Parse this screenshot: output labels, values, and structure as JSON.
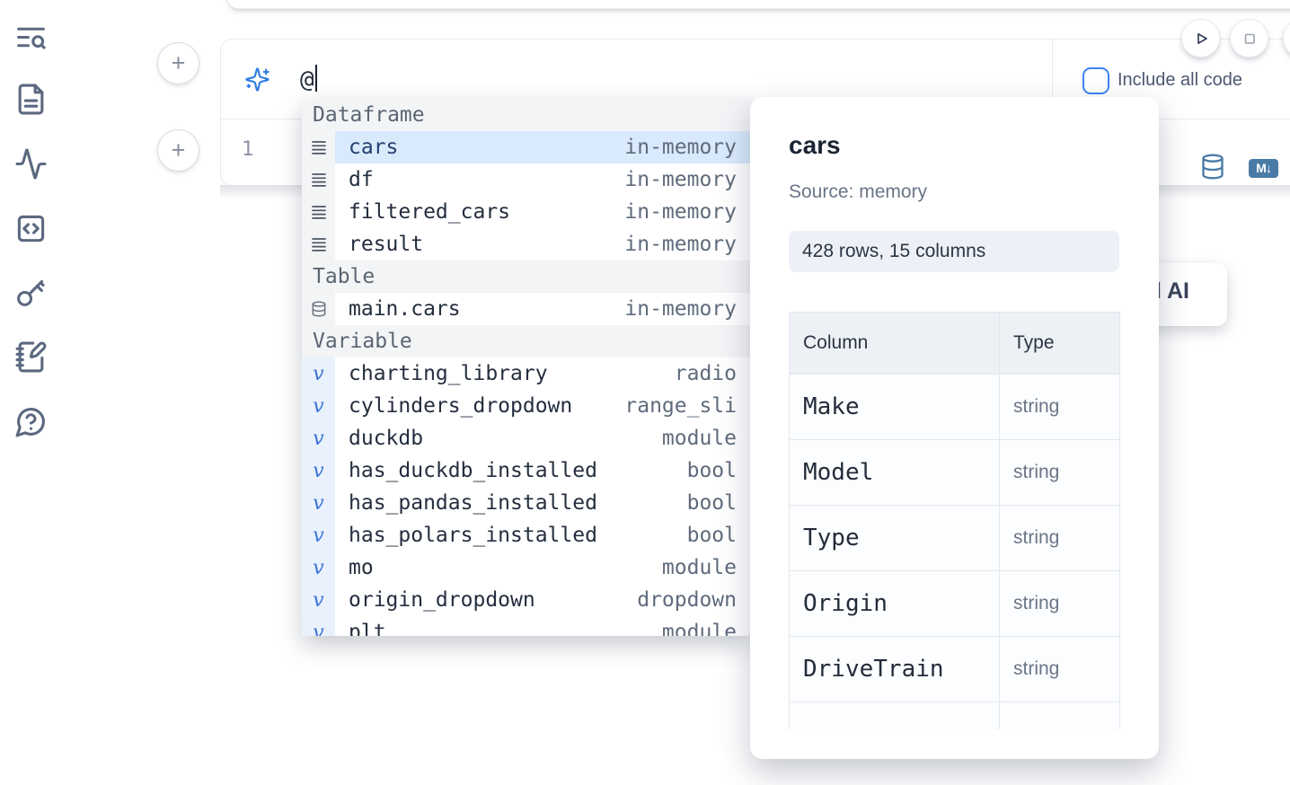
{
  "colors": {
    "accent_blue": "#3b82f6",
    "steel_blue": "#4a7ba7",
    "selected_item_bg": "#d9eafc",
    "selected_item_text": "#23406e"
  },
  "sidebar": {
    "icons": [
      "text-search",
      "file-text",
      "activity",
      "square-code",
      "key",
      "notebook-pen",
      "help-chat"
    ]
  },
  "cell": {
    "add_button_top": "+",
    "add_button_bottom": "+",
    "ai_prompt_value": "@",
    "include_all_code_label": "Include all code",
    "line_number": "1"
  },
  "toolbar": {
    "markdown_badge": "M↓"
  },
  "autocomplete": {
    "sections": [
      {
        "label": "Dataframe",
        "items": [
          {
            "name": "cars",
            "type": "in-memory",
            "selected": true
          },
          {
            "name": "df",
            "type": "in-memory"
          },
          {
            "name": "filtered_cars",
            "type": "in-memory"
          },
          {
            "name": "result",
            "type": "in-memory"
          }
        ]
      },
      {
        "label": "Table",
        "items": [
          {
            "name": "main.cars",
            "type": "in-memory"
          }
        ]
      },
      {
        "label": "Variable",
        "items": [
          {
            "name": "charting_library",
            "type": "radio"
          },
          {
            "name": "cylinders_dropdown",
            "type": "range_sli"
          },
          {
            "name": "duckdb",
            "type": "module"
          },
          {
            "name": "has_duckdb_installed",
            "type": "bool"
          },
          {
            "name": "has_pandas_installed",
            "type": "bool"
          },
          {
            "name": "has_polars_installed",
            "type": "bool"
          },
          {
            "name": "mo",
            "type": "module"
          },
          {
            "name": "origin_dropdown",
            "type": "dropdown"
          },
          {
            "name": "plt",
            "type": "module"
          }
        ]
      }
    ]
  },
  "preview_panel": {
    "title": "cars",
    "source": "Source: memory",
    "shape_badge": "428 rows, 15 columns",
    "table": {
      "headers": [
        "Column",
        "Type"
      ],
      "rows": [
        [
          "Make",
          "string"
        ],
        [
          "Model",
          "string"
        ],
        [
          "Type",
          "string"
        ],
        [
          "Origin",
          "string"
        ],
        [
          "DriveTrain",
          "string"
        ]
      ]
    }
  },
  "partial_ai_button": {
    "visible_text": "l AI"
  }
}
